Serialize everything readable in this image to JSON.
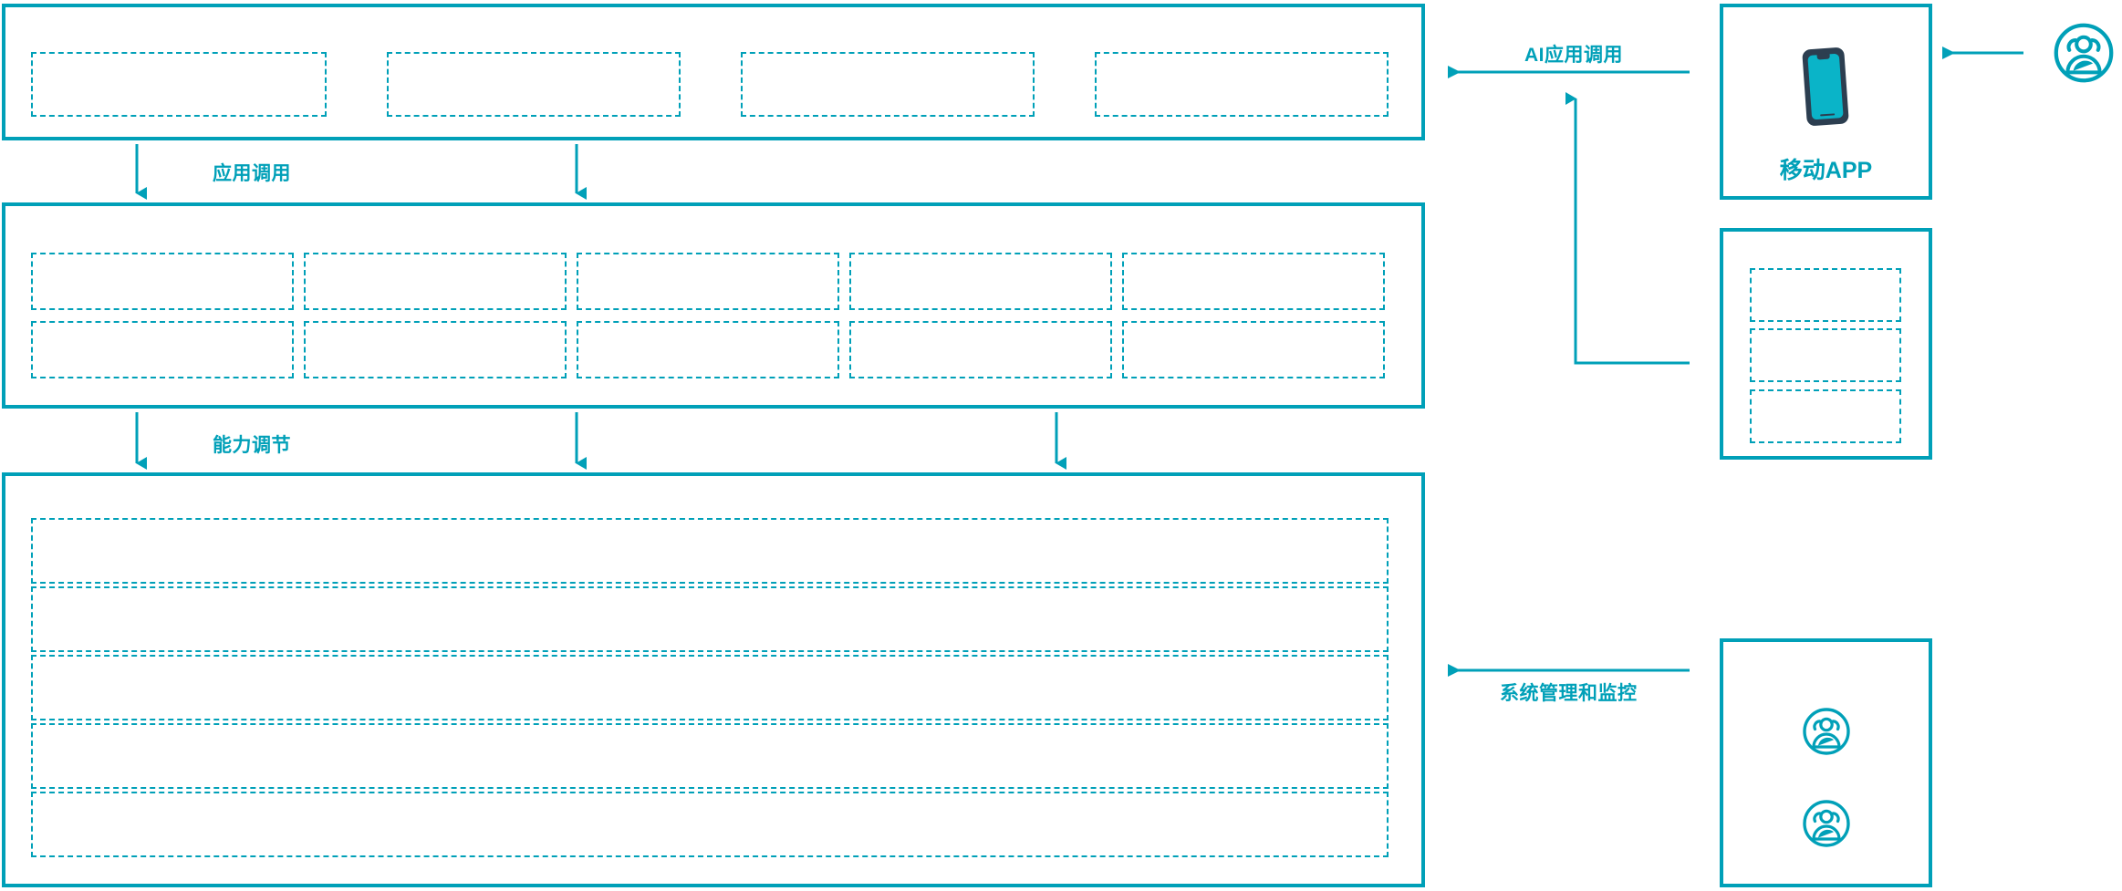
{
  "theme": {
    "accent": "#00a0b8",
    "accent_dark": "#2c3e50",
    "background": "#ffffff"
  },
  "diagram": {
    "type": "layered-architecture",
    "layers": [
      {
        "id": "application-layer",
        "slot_count": 4,
        "slots": [
          "",
          "",
          "",
          ""
        ]
      },
      {
        "id": "capability-layer",
        "columns": 5,
        "rows": 2,
        "slots": [
          "",
          "",
          "",
          "",
          "",
          "",
          "",
          "",
          "",
          ""
        ]
      },
      {
        "id": "platform-layer",
        "row_count": 5,
        "slots": [
          "",
          "",
          "",
          "",
          ""
        ]
      }
    ],
    "side_panels": [
      {
        "id": "mobile-app-panel",
        "caption": "移动APP",
        "icon": "smartphone-icon"
      },
      {
        "id": "channel-panel",
        "caption": "",
        "slot_count": 3,
        "slots": [
          "",
          "",
          ""
        ]
      },
      {
        "id": "operations-panel",
        "caption": "",
        "icons": [
          "user-group-icon",
          "user-group-icon"
        ]
      }
    ],
    "actors": [
      {
        "id": "end-user-actor",
        "icon": "user-group-icon"
      }
    ],
    "flows": [
      {
        "id": "ai-app-invoke-flow",
        "label": "AI应用调用"
      },
      {
        "id": "app-invoke-flow",
        "label": "应用调用"
      },
      {
        "id": "capability-orchestration-flow",
        "label": "能力调节"
      },
      {
        "id": "system-admin-monitor-flow",
        "label": "系统管理和监控"
      }
    ]
  }
}
